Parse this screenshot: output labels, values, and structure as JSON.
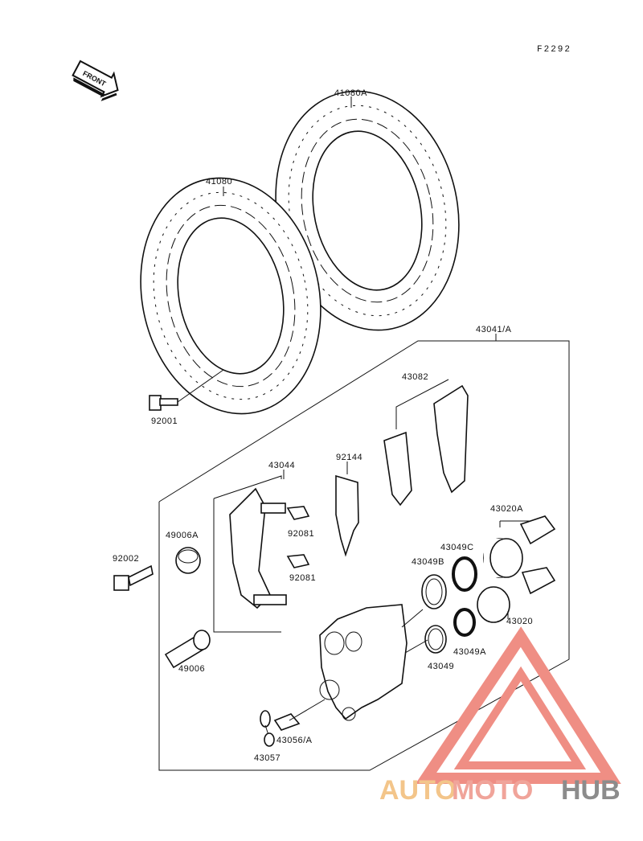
{
  "figure_code": "F2292",
  "front_label": "FRONT",
  "parts": {
    "disc_a": "41080A",
    "disc": "41080",
    "disc_bolt": "92001",
    "caliper_assy": "43041/A",
    "pad_set": "43082",
    "pad_spring": "92144",
    "bracket": "43044",
    "pin_boot_a": "49006A",
    "pin_clip_upper": "92081",
    "pin_clip_lower": "92081",
    "mount_bolt": "92002",
    "slide_pin": "49006",
    "piston_a": "43020A",
    "seal_c": "43049C",
    "seal_b": "43049B",
    "piston": "43020",
    "seal_a": "43049A",
    "seal": "43049",
    "bleeder": "43056/A",
    "bleeder_cap": "43057"
  },
  "watermark": {
    "part1": "AUTO",
    "part2": "MOTO",
    "part3": "HUB",
    "colors": {
      "orange": "#f3c58a",
      "red": "#f0a49a",
      "gray": "#8c8c8c",
      "triangle": "#ef8e84"
    }
  }
}
